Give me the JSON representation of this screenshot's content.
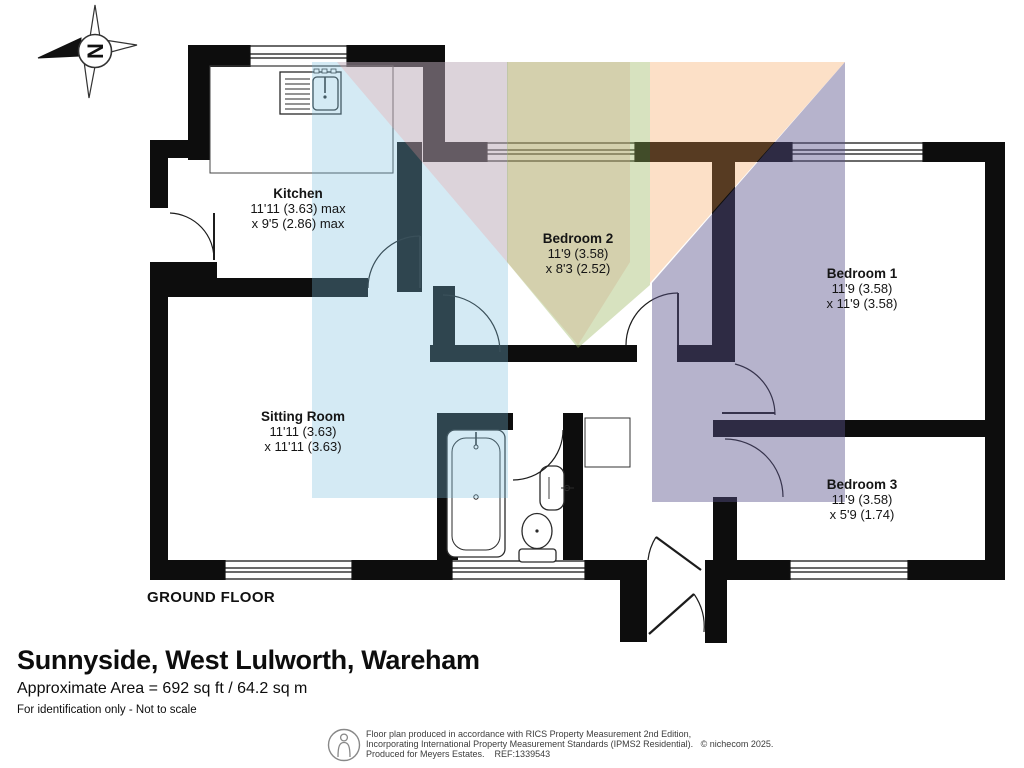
{
  "meta": {
    "floor_label": "GROUND FLOOR"
  },
  "title_block": {
    "address": "Sunnyside, West Lulworth, Wareham",
    "area": "Approximate Area = 692 sq ft / 64.2 sq m",
    "disclaimer": "For identification only - Not to scale"
  },
  "rooms": [
    {
      "name": "Kitchen",
      "dim1": "11'11 (3.63) max",
      "dim2": "x 9'5 (2.86) max"
    },
    {
      "name": "Bedroom 2",
      "dim1": "11'9 (3.58)",
      "dim2": "x 8'3 (2.52)"
    },
    {
      "name": "Bedroom 1",
      "dim1": "11'9 (3.58)",
      "dim2": "x 11'9 (3.58)"
    },
    {
      "name": "Sitting Room",
      "dim1": "11'11 (3.63)",
      "dim2": "x 11'11 (3.63)"
    },
    {
      "name": "Bedroom 3",
      "dim1": "11'9 (3.58)",
      "dim2": "x 5'9 (1.74)"
    }
  ],
  "compass": {
    "label": "N"
  },
  "footer": {
    "line1": "Floor plan produced in accordance with RICS Property Measurement 2nd Edition,",
    "line2": "Incorporating International Property Measurement Standards (IPMS2 Residential).   © nichecom 2025.",
    "line3": "Produced for Meyers Estates.    REF:1339543"
  },
  "colors": {
    "wall": "#0d0d0d",
    "watermark_blue": "rgba(120,190,220,0.32)",
    "watermark_pink": "rgba(240,150,150,0.28)",
    "watermark_green": "rgba(150,180,88,0.38)",
    "watermark_orange": "rgba(245,160,80,0.32)",
    "watermark_purple": "rgba(88,82,138,0.44)"
  }
}
